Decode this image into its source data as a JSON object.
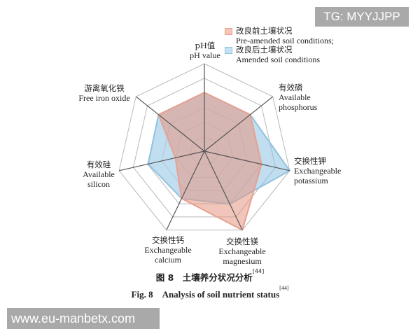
{
  "watermarks": {
    "top_right": "TG: MYYJJPP",
    "bottom_left": "www.eu-manbetx.com"
  },
  "legend": {
    "items": [
      {
        "cn": "改良前土壤状况",
        "en": "Pre-amended soil conditions;",
        "color": "#e8a090"
      },
      {
        "cn": "改良后土壤状况",
        "en": "Amended soil conditions",
        "color": "#8fc3e0"
      }
    ]
  },
  "axes": [
    {
      "cn": "pH值",
      "en": "pH value"
    },
    {
      "cn": "有效磷",
      "en": "Available phosphorus"
    },
    {
      "cn": "交换性钾",
      "en": "Exchangeable potassium"
    },
    {
      "cn": "交换性镁",
      "en": "Exchangeable magnesium"
    },
    {
      "cn": "交换性钙",
      "en": "Exchangeable calcium"
    },
    {
      "cn": "有效硅",
      "en": "Available silicon"
    },
    {
      "cn": "游离氧化铁",
      "en": "Free iron oxide"
    }
  ],
  "caption": {
    "cn": "图 8　土壤养分状况分析",
    "cn_ref": "[44]",
    "en": "Fig. 8　Analysis of soil nutrient status",
    "en_ref": "[44]"
  },
  "chart_data": {
    "type": "radar",
    "title": "Analysis of soil nutrient status",
    "categories": [
      "pH value",
      "Available phosphorus",
      "Exchangeable potassium",
      "Exchangeable magnesium",
      "Exchangeable calcium",
      "Available silicon",
      "Free iron oxide"
    ],
    "series": [
      {
        "name": "Pre-amended soil conditions",
        "values": [
          0.67,
          0.67,
          0.67,
          1.0,
          0.6,
          0.34,
          0.67
        ],
        "color": "#e8a090"
      },
      {
        "name": "Amended soil conditions",
        "values": [
          0.67,
          0.67,
          1.0,
          0.67,
          0.6,
          0.66,
          0.67
        ],
        "color": "#8fc3e0"
      }
    ],
    "grid_rings": 6,
    "range": [
      0,
      1
    ],
    "tick_labels_shown": false,
    "legend_position": "top-right"
  }
}
